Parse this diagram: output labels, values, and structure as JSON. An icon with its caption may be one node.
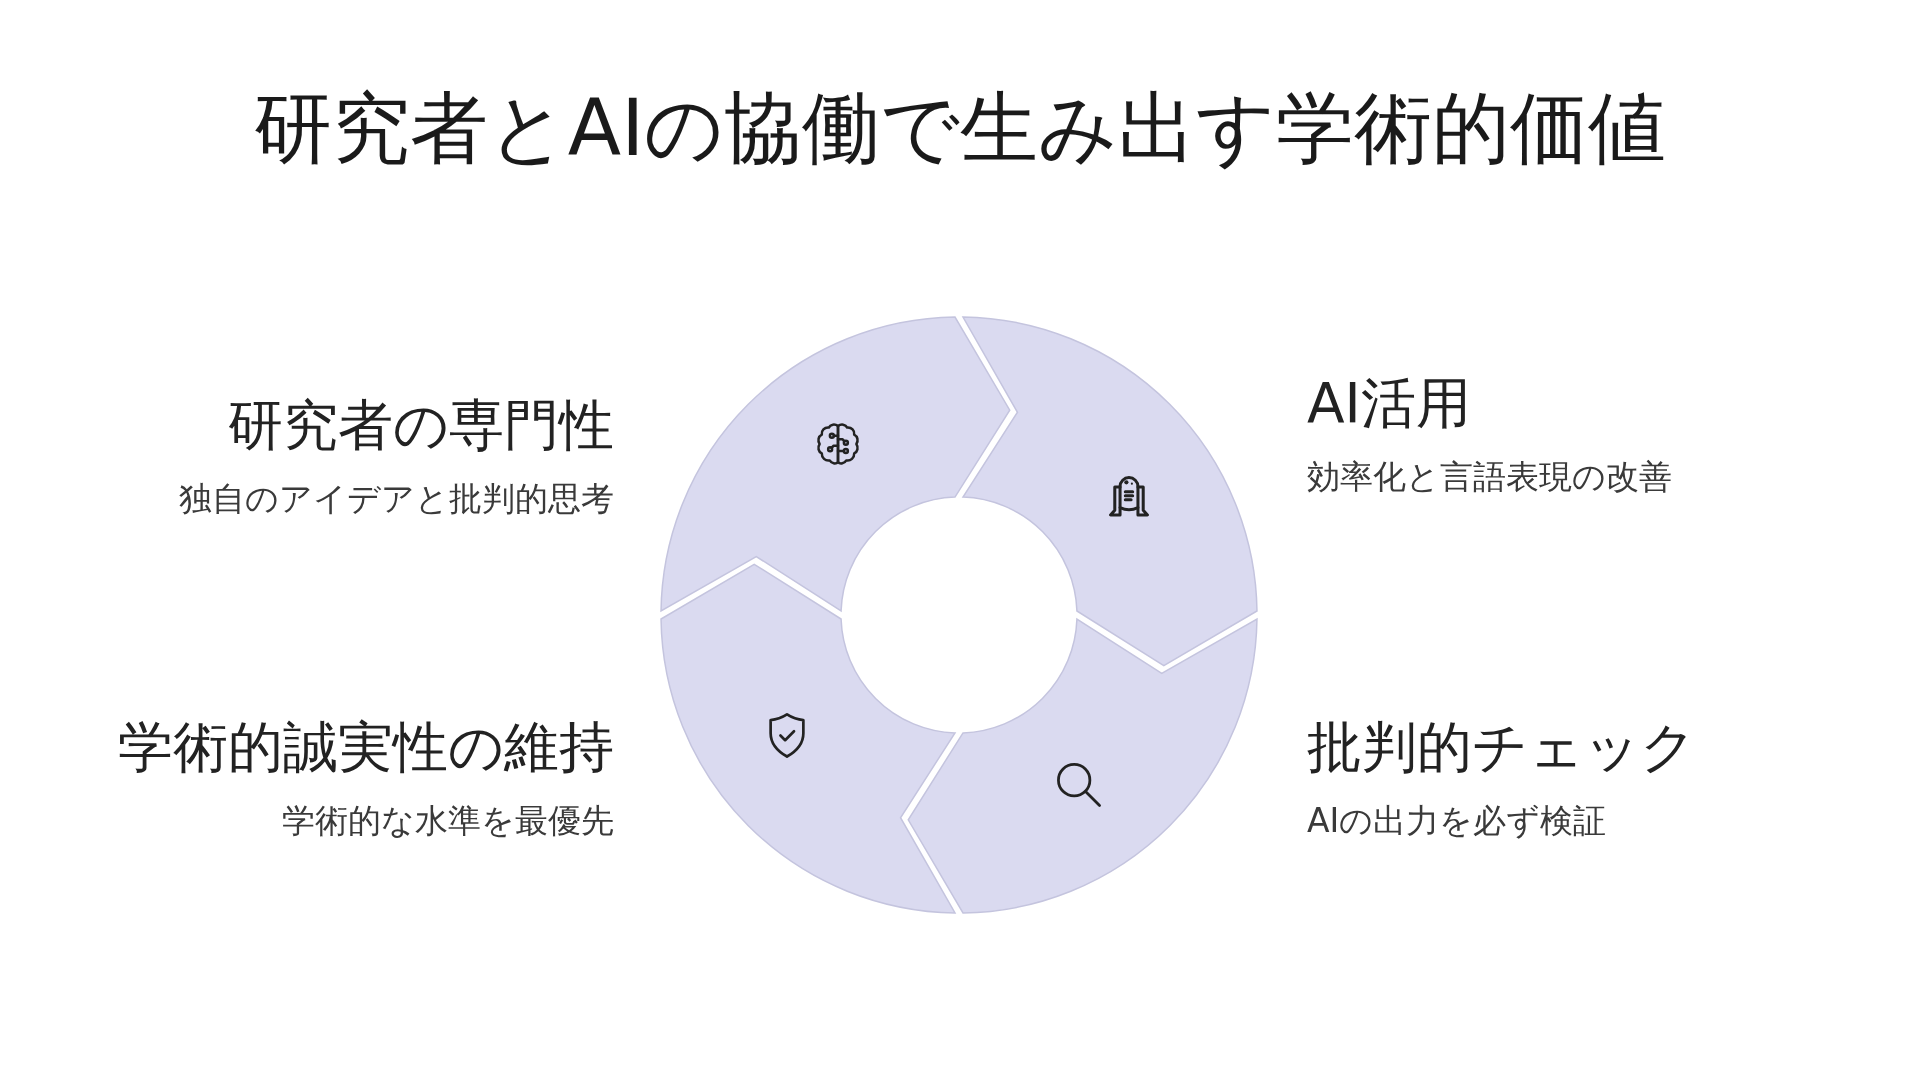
{
  "diagram": {
    "title": "研究者とAIの協働で生み出す学術的価値",
    "nodes": [
      {
        "text": [],
        "shape": "arc",
        "beside": [
          "研究者の専門性",
          "独自のアイデアと批判的思考"
        ]
      },
      {
        "text": [],
        "shape": "arc",
        "beside": [
          "AI活用",
          "効率化と言語表現の改善"
        ]
      },
      {
        "text": [],
        "shape": "arc",
        "beside": [
          "批判的チェック",
          "AIの出力を必ず検証"
        ]
      },
      {
        "text": [],
        "shape": "arc",
        "beside": [
          "学術的誠実性の維持",
          "学術的な水準を最優先"
        ]
      }
    ]
  }
}
